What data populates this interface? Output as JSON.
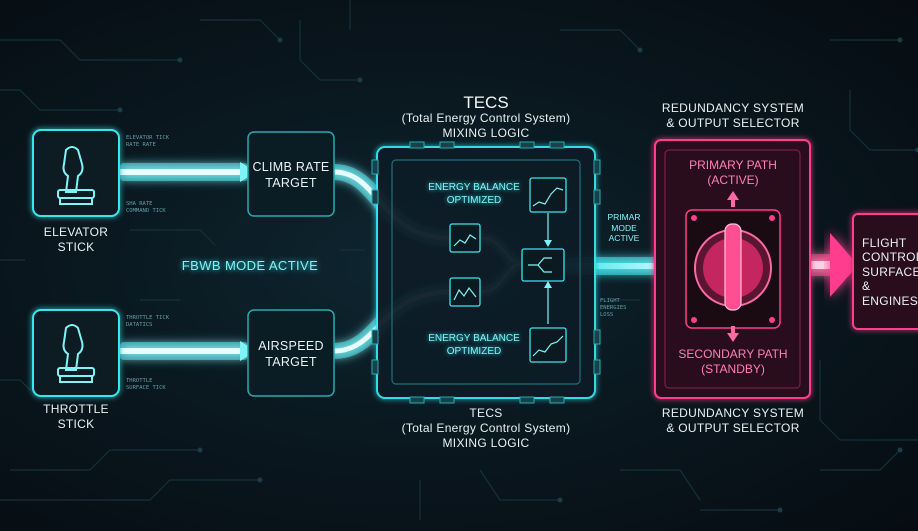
{
  "inputs": {
    "elevator_label": "ELEVATOR\nSTICK",
    "throttle_label": "THROTTLE\nSTICK",
    "elevator_micro": "ELEVATOR TICK\nRATE RATE",
    "elevator_micro2": "SHA RATE\nCOMMAND TICK",
    "throttle_micro": "THROTTLE TICK\nDATATICS",
    "throttle_micro2": "THROTTLE\nSURFACE TICK"
  },
  "targets": {
    "climb": "CLIMB RATE\nTARGET",
    "airspeed": "AIRSPEED\nTARGET"
  },
  "mode": {
    "label": "FBWB MODE ACTIVE"
  },
  "tecs": {
    "title_top": "TECS",
    "sub_top": "(Total Energy Control System)\nMIXING LOGIC",
    "title_bottom": "TECS\n(Total Energy Control System)\nMIXING LOGIC",
    "energy_top": "ENERGY BALANCE\nOPTIMIZED",
    "energy_bottom": "ENERGY BALANCE\nOPTIMIZED",
    "primary_mode": "PRIMAR\nMODE\nACTIVE",
    "flight_micro": "FLIGHT\nENERGIES\nLOSS"
  },
  "redundancy": {
    "title_top": "REDUNDANCY SYSTEM\n& OUTPUT SELECTOR",
    "title_bottom": "REDUNDANCY SYSTEM\n& OUTPUT SELECTOR",
    "primary": "PRIMARY PATH\n(ACTIVE)",
    "secondary": "SECONDARY PATH\n(STANDBY)"
  },
  "output": {
    "label": "FLIGHT\nCONTROL\nSURFACES\n&\nENGINES"
  },
  "colors": {
    "teal": "#38e6ee",
    "pink": "#ff3d8e",
    "bg": "#081018"
  }
}
